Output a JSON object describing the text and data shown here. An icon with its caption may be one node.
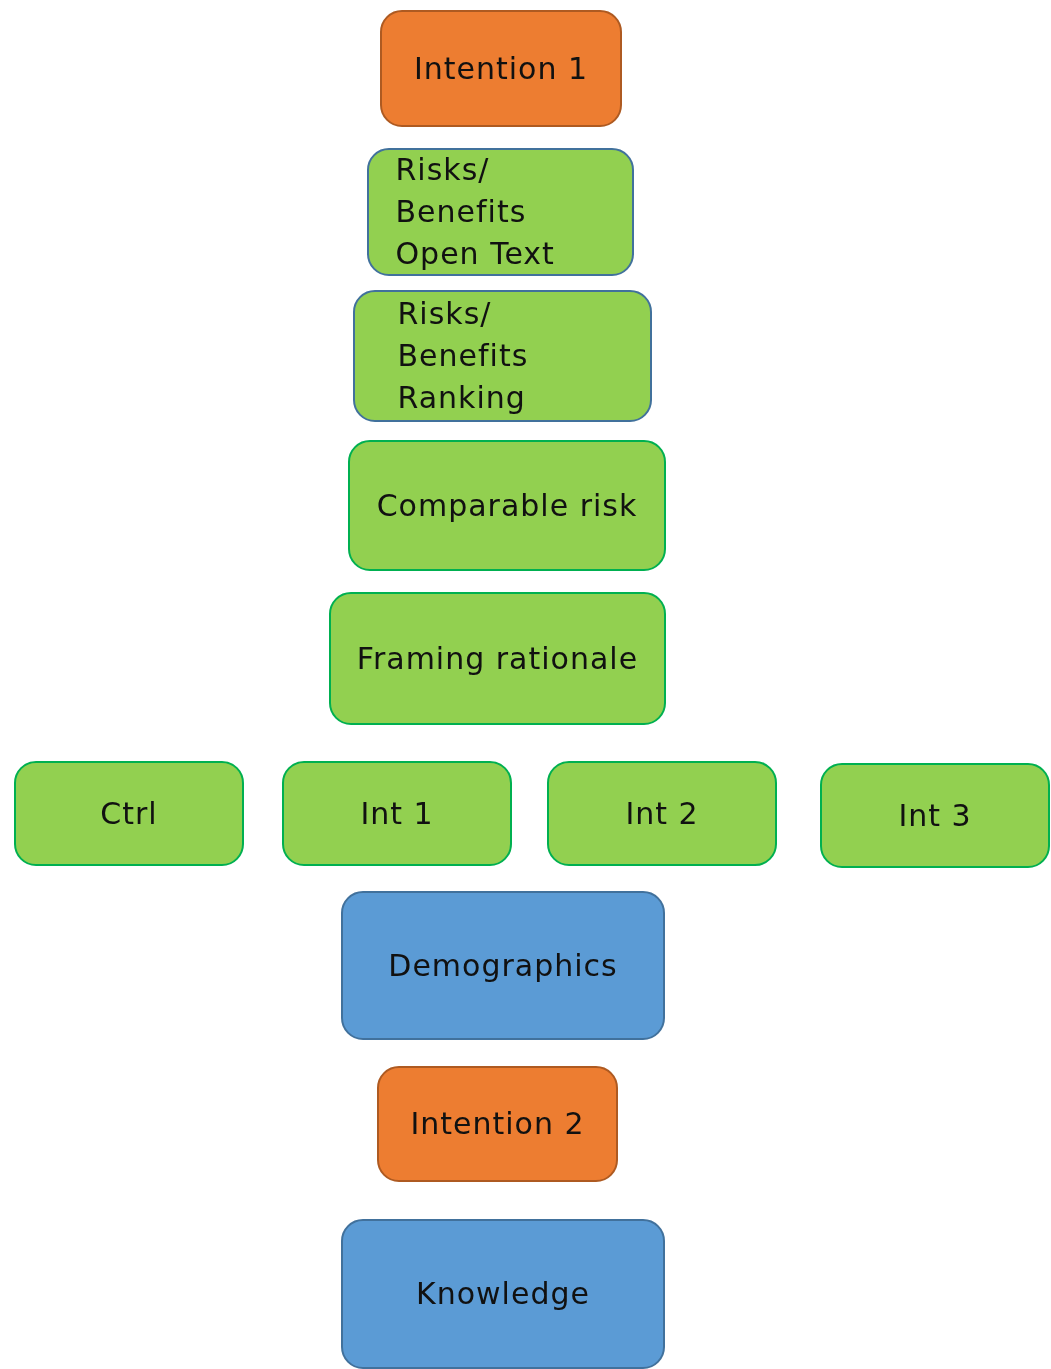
{
  "diagram": {
    "nodes": [
      {
        "text": [
          "Intention 1"
        ]
      },
      {
        "text": [
          "Risks/ Benefits Open Text"
        ]
      },
      {
        "text": [
          "Risks/ Benefits Ranking"
        ]
      },
      {
        "text": [
          "Comparable risk"
        ]
      },
      {
        "text": [
          "Framing rationale"
        ]
      },
      {
        "text": [
          "Ctrl"
        ]
      },
      {
        "text": [
          "Int 1"
        ]
      },
      {
        "text": [
          "Int 2"
        ]
      },
      {
        "text": [
          "Int 3"
        ]
      },
      {
        "text": [
          "Demographics"
        ]
      },
      {
        "text": [
          "Intention 2"
        ]
      },
      {
        "text": [
          "Knowledge"
        ]
      }
    ]
  }
}
